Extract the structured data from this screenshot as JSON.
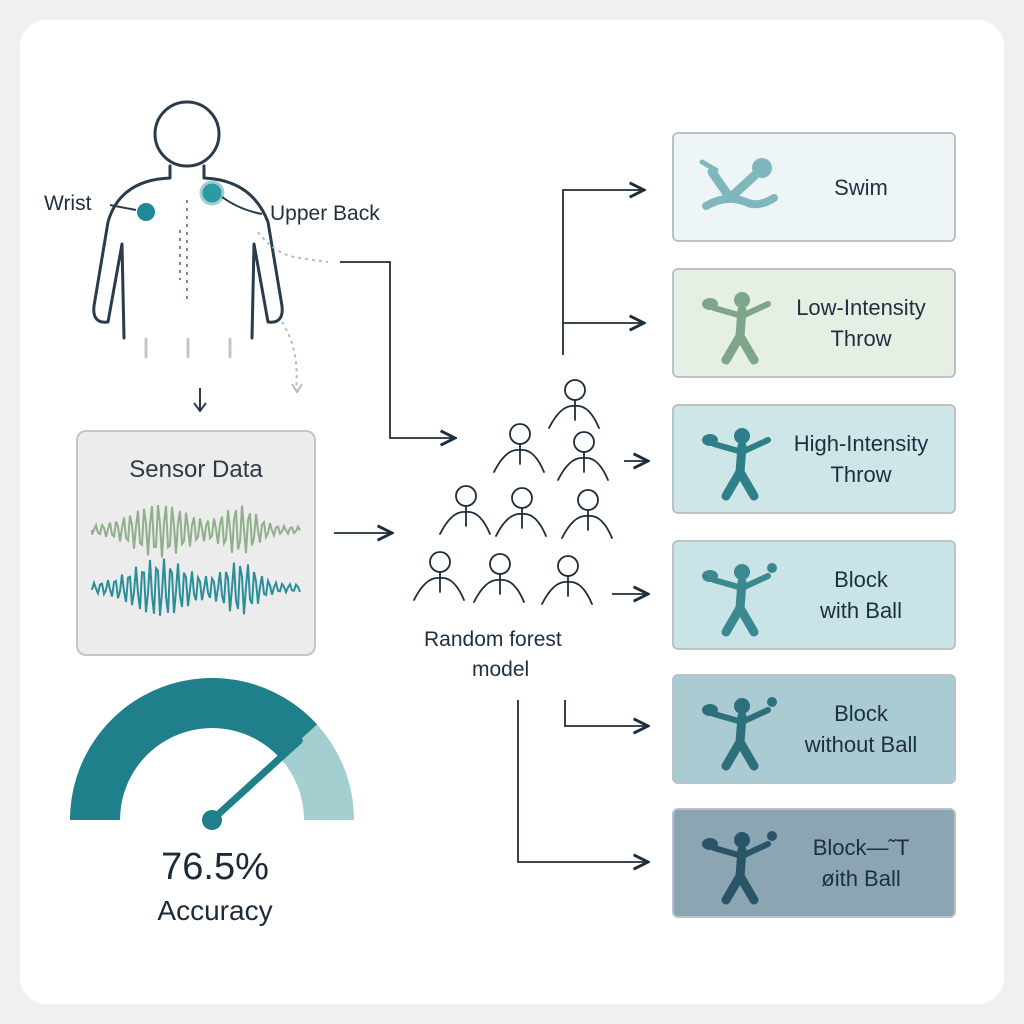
{
  "body": {
    "labels": {
      "wrist": "Wrist",
      "upper_back": "Upper Back"
    }
  },
  "sensor": {
    "title": "Sensor Data"
  },
  "model": {
    "line1": "Random forest",
    "line2": "model"
  },
  "gauge": {
    "value": "76.5%",
    "label": "Accuracy",
    "fraction": 0.765
  },
  "activities": [
    {
      "line1": "Swim",
      "line2": "",
      "bg": "#eef5f6",
      "figure": "#7fb7bd"
    },
    {
      "line1": "Low-Intensity",
      "line2": "Throw",
      "bg": "#e6efe4",
      "figure": "#7fa58a"
    },
    {
      "line1": "High-Intensity",
      "line2": "Throw",
      "bg": "#cfe6e8",
      "figure": "#2f7f89"
    },
    {
      "line1": "Block",
      "line2": "with Ball",
      "bg": "#c8e4e6",
      "figure": "#3b8891"
    },
    {
      "line1": "Block",
      "line2": "without Ball",
      "bg": "#a9cbd1",
      "figure": "#2d6f7b"
    },
    {
      "line1": "Block—˜T",
      "line2": "øith Ball",
      "bg": "#8ba6b2",
      "figure": "#2a5568"
    }
  ],
  "colors": {
    "teal": "#1f7f8a",
    "light_teal": "#a4cfd0",
    "green": "#8fb08a",
    "line": "#1e2d3b"
  }
}
